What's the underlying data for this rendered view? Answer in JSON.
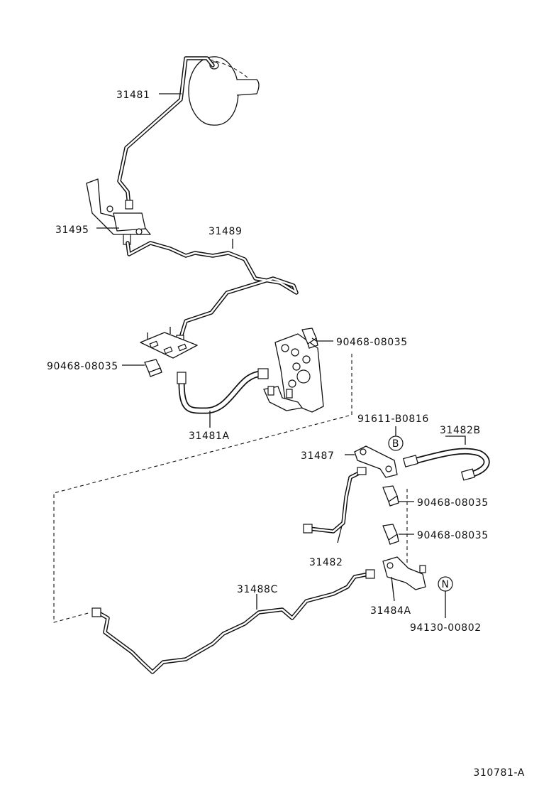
{
  "diagram": {
    "part_labels": [
      {
        "id": "31481",
        "text": "31481"
      },
      {
        "id": "31495",
        "text": "31495"
      },
      {
        "id": "31489",
        "text": "31489"
      },
      {
        "id": "clip_right_1",
        "text": "90468-08035"
      },
      {
        "id": "clip_left",
        "text": "90468-08035"
      },
      {
        "id": "31481A",
        "text": "31481A"
      },
      {
        "id": "91611",
        "text": "91611-B0816"
      },
      {
        "id": "31482B",
        "text": "31482B"
      },
      {
        "id": "31487",
        "text": "31487"
      },
      {
        "id": "clip_right_2",
        "text": "90468-08035"
      },
      {
        "id": "clip_right_3",
        "text": "90468-08035"
      },
      {
        "id": "31482",
        "text": "31482"
      },
      {
        "id": "31488C",
        "text": "31488C"
      },
      {
        "id": "31484A",
        "text": "31484A"
      },
      {
        "id": "94130",
        "text": "94130-00802"
      }
    ],
    "callouts": {
      "bolt_marker": "B",
      "nut_marker": "N"
    },
    "figure_code": "310781-A"
  }
}
